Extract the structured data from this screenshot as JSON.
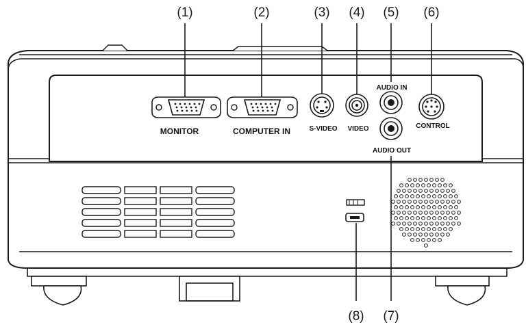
{
  "callouts": {
    "c1": "(1)",
    "c2": "(2)",
    "c3": "(3)",
    "c4": "(4)",
    "c5": "(5)",
    "c6": "(6)",
    "c7": "(7)",
    "c8": "(8)"
  },
  "ports": {
    "monitor": "MONITOR",
    "computer_in": "COMPUTER IN",
    "s_video": "S-VIDEO",
    "video": "VIDEO",
    "audio_in": "AUDIO IN",
    "control": "CONTROL",
    "audio_out": "AUDIO OUT"
  },
  "colors": {
    "line": "#1a1a1a",
    "body": "#ffffff"
  },
  "icons": {
    "kensington": "kensington-lock-icon"
  }
}
